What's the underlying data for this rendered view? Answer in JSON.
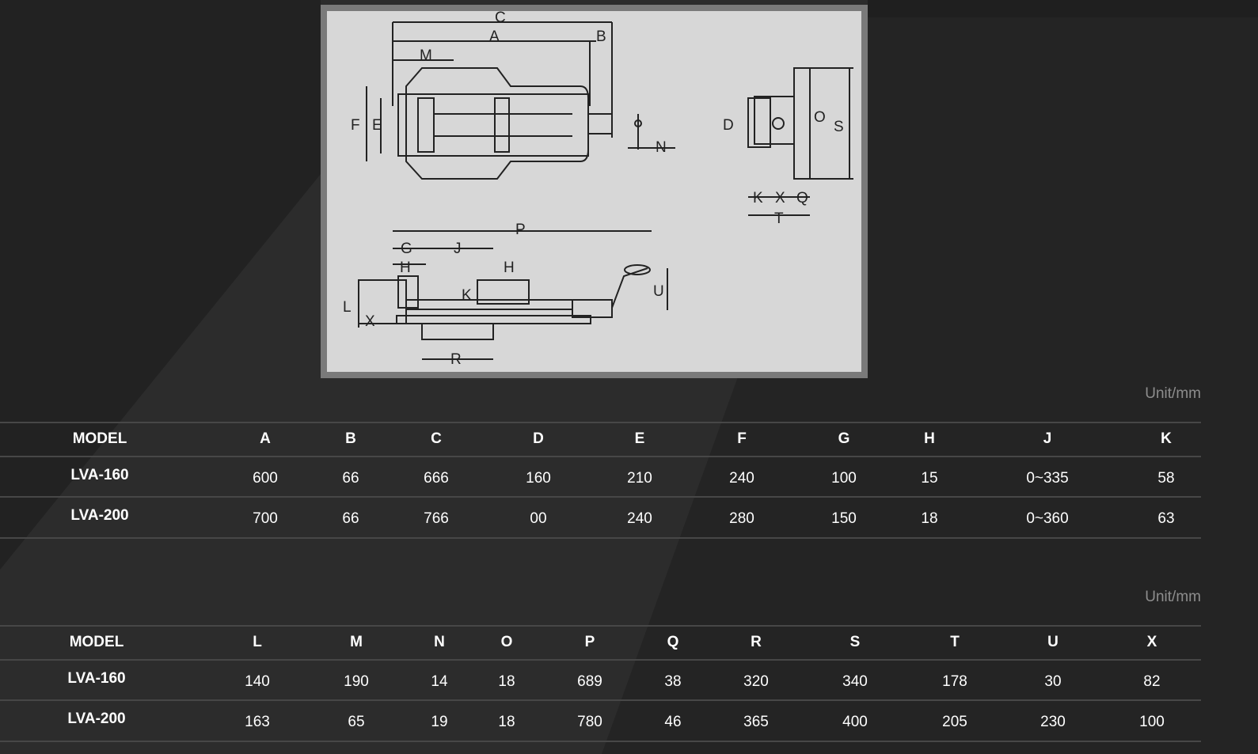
{
  "diagram": {
    "labels": {
      "C": "C",
      "A": "A",
      "B": "B",
      "M": "M",
      "F": "F",
      "E": "E",
      "N": "N",
      "D": "D",
      "O": "O",
      "S": "S",
      "K": "K",
      "X": "X",
      "Q": "Q",
      "T": "T",
      "P": "P",
      "G": "G",
      "J": "J",
      "H1": "H",
      "H2": "H",
      "K2": "K",
      "U": "U",
      "L": "L",
      "X2": "X",
      "R": "R"
    }
  },
  "table1": {
    "unit": "Unit/mm",
    "headers": [
      "MODEL",
      "A",
      "B",
      "C",
      "D",
      "E",
      "F",
      "G",
      "H",
      "J",
      "K"
    ],
    "rows": [
      [
        "LVA-160",
        "600",
        "66",
        "666",
        "160",
        "210",
        "240",
        "100",
        "15",
        "0~335",
        "58"
      ],
      [
        "LVA-200",
        "700",
        "66",
        "766",
        "00",
        "240",
        "280",
        "150",
        "18",
        "0~360",
        "63"
      ]
    ]
  },
  "table2": {
    "unit": "Unit/mm",
    "headers": [
      "MODEL",
      "L",
      "M",
      "N",
      "O",
      "P",
      "Q",
      "R",
      "S",
      "T",
      "U",
      "X"
    ],
    "rows": [
      [
        "LVA-160",
        "140",
        "190",
        "14",
        "18",
        "689",
        "38",
        "320",
        "340",
        "178",
        "30",
        "82"
      ],
      [
        "LVA-200",
        "163",
        "65",
        "19",
        "18",
        "780",
        "46",
        "365",
        "400",
        "205",
        "230",
        "100"
      ]
    ]
  },
  "colors": {
    "background": "#2c2c2c",
    "line": "#474747",
    "unit": "#8d8d8d",
    "diagram_bg": "#d7d7d7",
    "diagram_border": "#7a7a7a"
  }
}
